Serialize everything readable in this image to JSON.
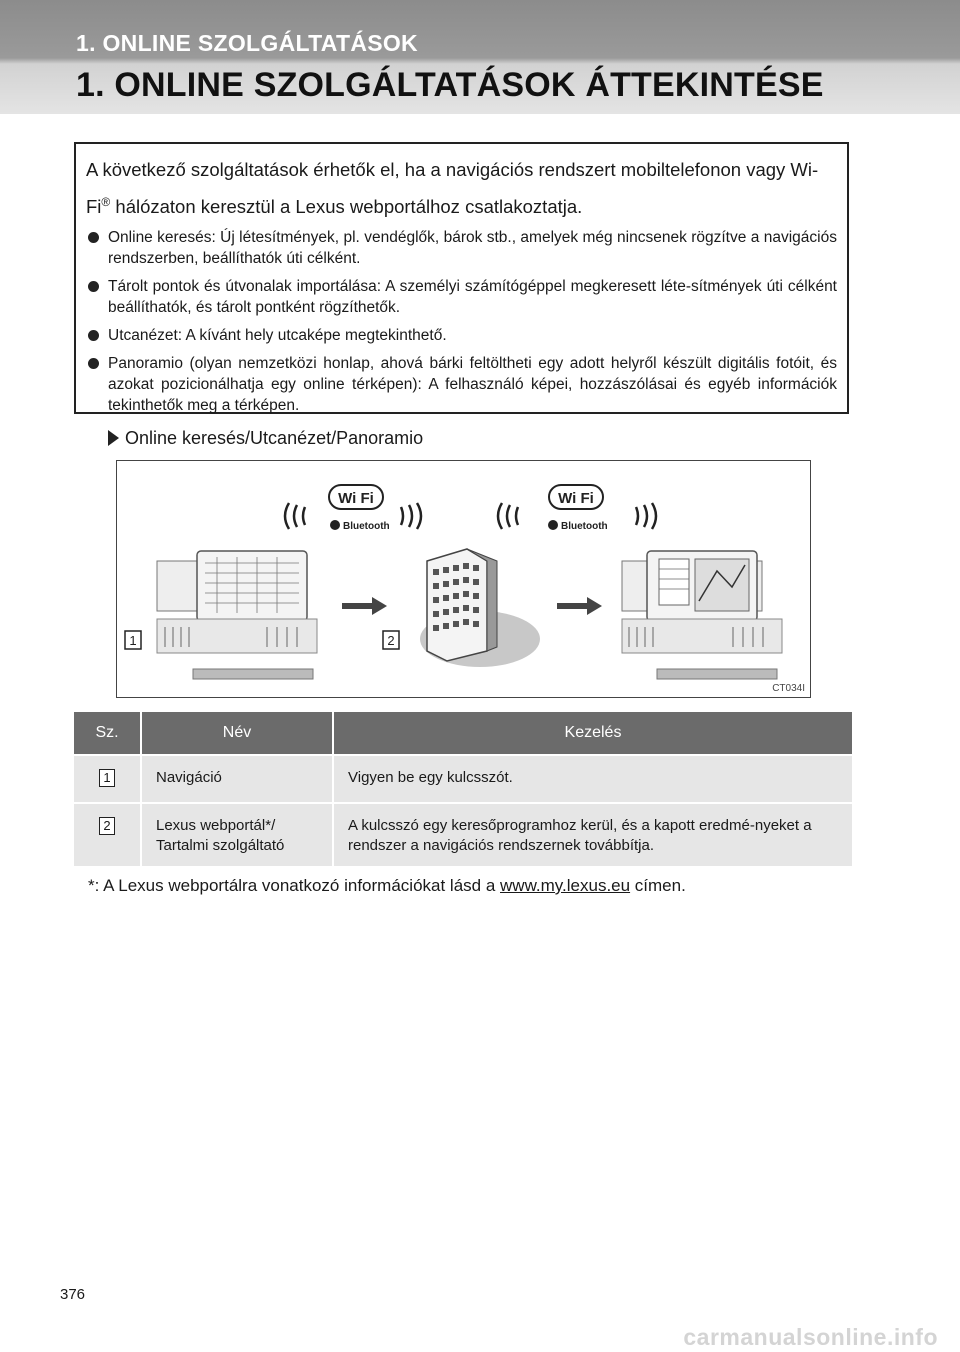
{
  "header": {
    "section_title": "1. ONLINE SZOLGÁLTATÁSOK",
    "page_title": "1. ONLINE SZOLGÁLTATÁSOK ÁTTEKINTÉSE"
  },
  "intro": {
    "text_before_mark": "A következő szolgáltatások érhetők el, ha a navigációs rendszert mobiltelefonon vagy Wi-Fi",
    "registered_mark": "®",
    "text_after_mark": " hálózaton keresztül a Lexus webportálhoz csatlakoztatja.",
    "bullets": [
      "Online keresés: Új létesítmények, pl. vendéglők, bárok stb., amelyek még nincsenek rögzítve a navigációs rendszerben, beállíthatók úti célként.",
      "Tárolt pontok és útvonalak importálása: A személyi számítógéppel megkeresett léte-sítmények úti célként beállíthatók, és tárolt pontként rögzíthetők.",
      "Utcanézet: A kívánt hely utcaképe megtekinthető.",
      "Panoramio (olyan nemzetközi honlap, ahová bárki feltöltheti egy adott helyről készült digitális fotóit, és azokat pozicionálhatja egy online térképen): A felhasználó képei, hozzászólásai és egyéb információk tekinthetők meg a térképen."
    ]
  },
  "subheading": "Online keresés/Utcanézet/Panoramio",
  "illustration": {
    "wifi_label": "Wi Fi",
    "bluetooth_label": "Bluetooth",
    "callout_1": "1",
    "callout_2": "2",
    "figure_code": "CT034I"
  },
  "table": {
    "headers": [
      "Sz.",
      "Név",
      "Kezelés"
    ],
    "rows": [
      {
        "num": "1",
        "name": "Navigáció",
        "action": "Vigyen be egy kulcsszót."
      },
      {
        "num": "2",
        "name": "Lexus webportál*/ Tartalmi szolgáltató",
        "action": "A kulcsszó egy keresőprogramhoz kerül, és a kapott eredmé-nyeket a rendszer a navigációs rendszernek továbbítja."
      }
    ]
  },
  "footnote": {
    "prefix": "*: A Lexus webportálra vonatkozó információkat lásd a ",
    "link": "www.my.lexus.eu",
    "suffix": " címen."
  },
  "page_number": "376",
  "watermark": "carmanualsonline.info"
}
